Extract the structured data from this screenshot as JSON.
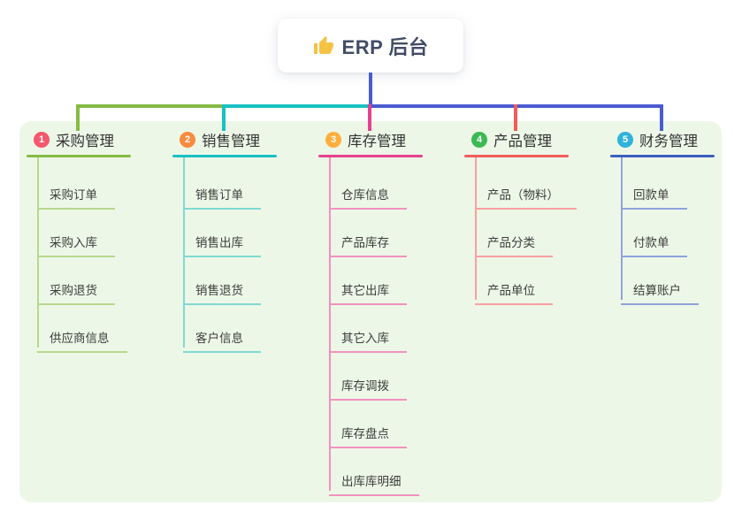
{
  "root": {
    "title": "ERP 后台",
    "icon": "thumbs-up-icon",
    "icon_color": "#f6c244",
    "text_color": "#424c66"
  },
  "connector_color": "#4a5cd0",
  "panel_bg": "#edf7e7",
  "branches": [
    {
      "num": "1",
      "label": "采购管理",
      "badge_color": "#f4586c",
      "line_color": "#85bb44",
      "child_line_color": "#b7d98d",
      "children": [
        "采购订单",
        "采购入库",
        "采购退货",
        "供应商信息"
      ]
    },
    {
      "num": "2",
      "label": "销售管理",
      "badge_color": "#fb8a3e",
      "line_color": "#19c1c4",
      "child_line_color": "#7fd9d4",
      "children": [
        "销售订单",
        "销售出库",
        "销售退货",
        "客户信息"
      ]
    },
    {
      "num": "3",
      "label": "库存管理",
      "badge_color": "#ffae3c",
      "line_color": "#e4418f",
      "child_line_color": "#f291bf",
      "children": [
        "仓库信息",
        "产品库存",
        "其它出库",
        "其它入库",
        "库存调拨",
        "库存盘点",
        "出库库明细"
      ]
    },
    {
      "num": "4",
      "label": "产品管理",
      "badge_color": "#3cb953",
      "line_color": "#f25b5b",
      "child_line_color": "#f8a0a0",
      "children": [
        "产品（物料）",
        "产品分类",
        "产品单位"
      ]
    },
    {
      "num": "5",
      "label": "财务管理",
      "badge_color": "#2fb3de",
      "line_color": "#3f5ec0",
      "child_line_color": "#8ea3dc",
      "children": [
        "回款单",
        "付款单",
        "结算账户"
      ]
    }
  ]
}
